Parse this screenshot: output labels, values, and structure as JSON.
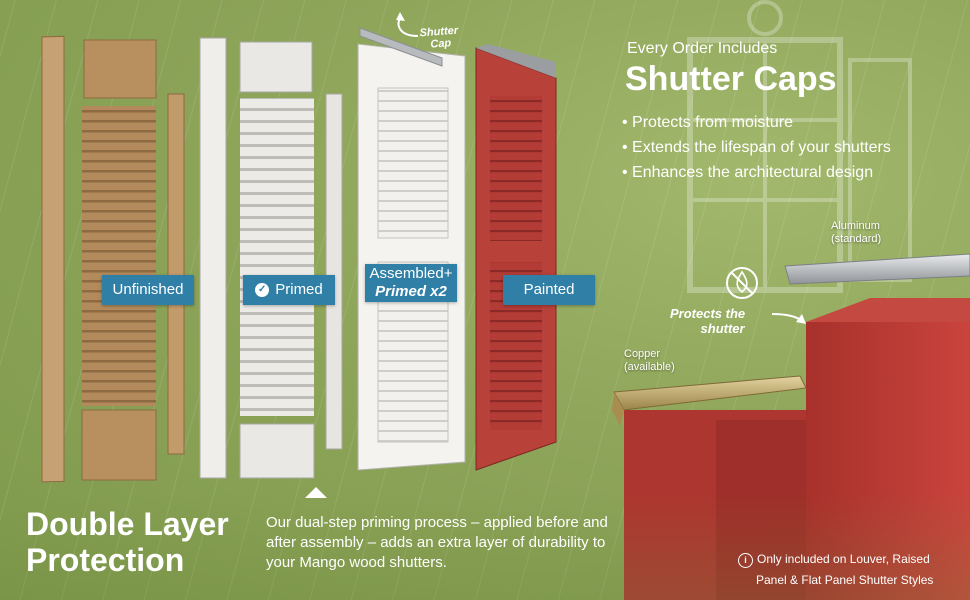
{
  "stages": {
    "unfinished": "Unfinished",
    "primed": "Primed",
    "assembled_line1": "Assembled+",
    "assembled_line2": "Primed x2",
    "painted": "Painted"
  },
  "shutter_cap_note": {
    "line1": "Shutter",
    "line2": "Cap"
  },
  "caps": {
    "intro": "Every Order Includes",
    "title": "Shutter Caps",
    "benefits": [
      "Protects from moisture",
      "Extends the lifespan of your shutters",
      "Enhances the architectural design"
    ]
  },
  "materials": {
    "aluminum": "Aluminum",
    "aluminum_note": "(standard)",
    "copper": "Copper",
    "copper_note": "(available)",
    "protects_line1": "Protects the",
    "protects_line2": "shutter"
  },
  "protection": {
    "title_line1": "Double Layer",
    "title_line2": "Protection",
    "body": "Our dual-step priming process – applied before and after assembly – adds an extra layer of durability to your Mango wood shutters."
  },
  "footnote": {
    "line1": "Only included on Louver, Raised",
    "line2": "Panel & Flat Panel Shutter Styles"
  },
  "colors": {
    "background": "#8aa256",
    "label_blue": "#2f7fa6",
    "wood": "#b58c5f",
    "primed": "#e7e6e2",
    "painted": "#b23a35",
    "aluminum": "#b9bcbf",
    "copper": "#bfa66a"
  },
  "icons": [
    "curved-arrow-icon",
    "check-badge-icon",
    "no-water-drop-icon",
    "info-icon",
    "arrow-icon"
  ]
}
